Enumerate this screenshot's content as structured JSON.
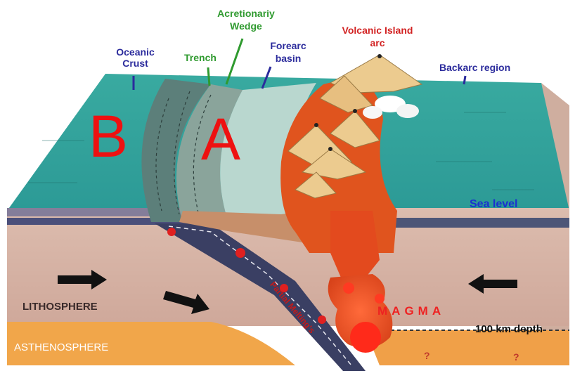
{
  "labels": {
    "oceanic_crust": [
      "Oceanic",
      "Crust"
    ],
    "trench": "Trench",
    "accretionary_wedge": [
      "Acretionariy",
      "Wedge"
    ],
    "forearc_basin": [
      "Forearc",
      "basin"
    ],
    "volcanic_island_arc": [
      "Volcanic Island",
      "arc"
    ],
    "backarc_region": "Backarc region",
    "sea_level": "Sea level",
    "lithosphere": "LITHOSPHERE",
    "asthenosphere": "ASTHENOSPHERE",
    "partial_melting": "Partial Melting's",
    "magma": "MAGMA",
    "depth": "100 km depth",
    "question_mark": "?",
    "letter_a": "A",
    "letter_b": "B"
  },
  "colors": {
    "label_blue": "#2b2b9c",
    "label_green": "#2f9a2f",
    "label_red": "#d22222",
    "sea_top": "#2fa39a",
    "sea_front": "#2a9994",
    "mantle": "#d9b6a6",
    "asthenosphere": "#f2a347",
    "magma": "#e34a1e",
    "big_letters": "#ee1111"
  }
}
